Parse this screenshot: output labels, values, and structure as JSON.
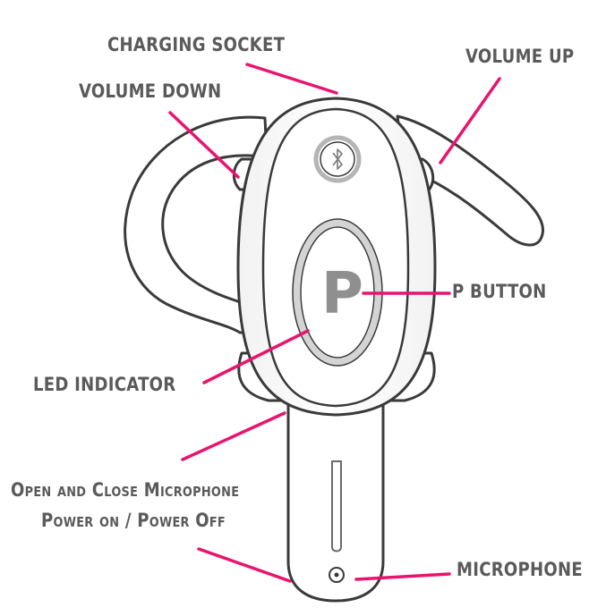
{
  "labels": {
    "charging_socket": "CHARGING SOCKET",
    "volume_up": "VOLUME UP",
    "volume_down": "VOLUME DOWN",
    "p_button": "P BUTTON",
    "led_indicator": "LED INDICATOR",
    "open_close_microphone": "Open and Close Microphone",
    "power_on_off": "Power on / Power Off",
    "microphone": "MICROPHONE"
  },
  "device": {
    "button_letter": "P",
    "bluetooth_icon": "bluetooth-icon"
  },
  "colors": {
    "callout_line": "#e8156e",
    "label_text": "#5a5a5a",
    "outline": "#3a3a3a",
    "led_ring": "#cfcfcf",
    "p_letter": "#8f8f8f"
  }
}
